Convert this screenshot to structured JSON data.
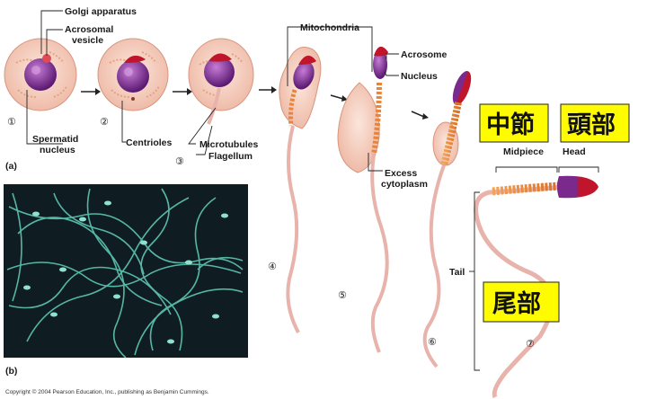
{
  "labels": {
    "golgi": "Golgi apparatus",
    "acrosomal_vesicle_1": "Acrosomal",
    "acrosomal_vesicle_2": "vesicle",
    "spermatid_1": "Spermatid",
    "spermatid_2": "nucleus",
    "centrioles": "Centrioles",
    "microtubules": "Microtubules",
    "flagellum": "Flagellum",
    "mitochondria": "Mitochondria",
    "acrosome": "Acrosome",
    "nucleus": "Nucleus",
    "excess_1": "Excess",
    "excess_2": "cytoplasm",
    "midpiece": "Midpiece",
    "head": "Head",
    "tail": "Tail"
  },
  "steps": [
    "①",
    "②",
    "③",
    "④",
    "⑤",
    "⑥",
    "⑦"
  ],
  "panels": {
    "a": "(a)",
    "b": "(b)"
  },
  "callouts": {
    "midpiece_cn": "中節",
    "head_cn": "頭部",
    "tail_cn": "尾部"
  },
  "copyright": "Copyright © 2004 Pearson Education, Inc., publishing as Benjamin Cummings.",
  "colors": {
    "cell": "#f6d3c2",
    "nucleus": "#7a2a8c",
    "acrosome": "#c0152a",
    "midpiece": "#e9843a",
    "tail": "#e7b3aa",
    "callout": "#fffb00",
    "micrograph_bg": "#0f1c22",
    "micrograph_fg": "#5ec7b3"
  }
}
